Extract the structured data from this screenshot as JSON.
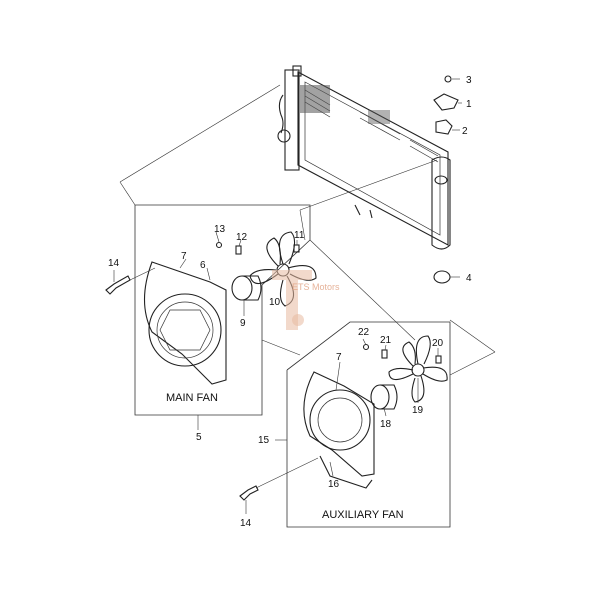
{
  "labels": {
    "p1": "1",
    "p2": "2",
    "p3": "3",
    "p4": "4",
    "p5": "5",
    "p6": "6",
    "p7a": "7",
    "p7b": "7",
    "p9": "9",
    "p10": "10",
    "p11": "11",
    "p12": "12",
    "p13": "13",
    "p14a": "14",
    "p14b": "14",
    "p15": "15",
    "p16": "16",
    "p18": "18",
    "p19": "19",
    "p20": "20",
    "p21": "21",
    "p22": "22"
  },
  "captions": {
    "main_fan": "MAIN FAN",
    "auxiliary_fan": "AUXILIARY FAN"
  },
  "watermark": {
    "text": "ETS Motors"
  },
  "colors": {
    "line": "#222222",
    "watermark": "#e8b9a0"
  }
}
